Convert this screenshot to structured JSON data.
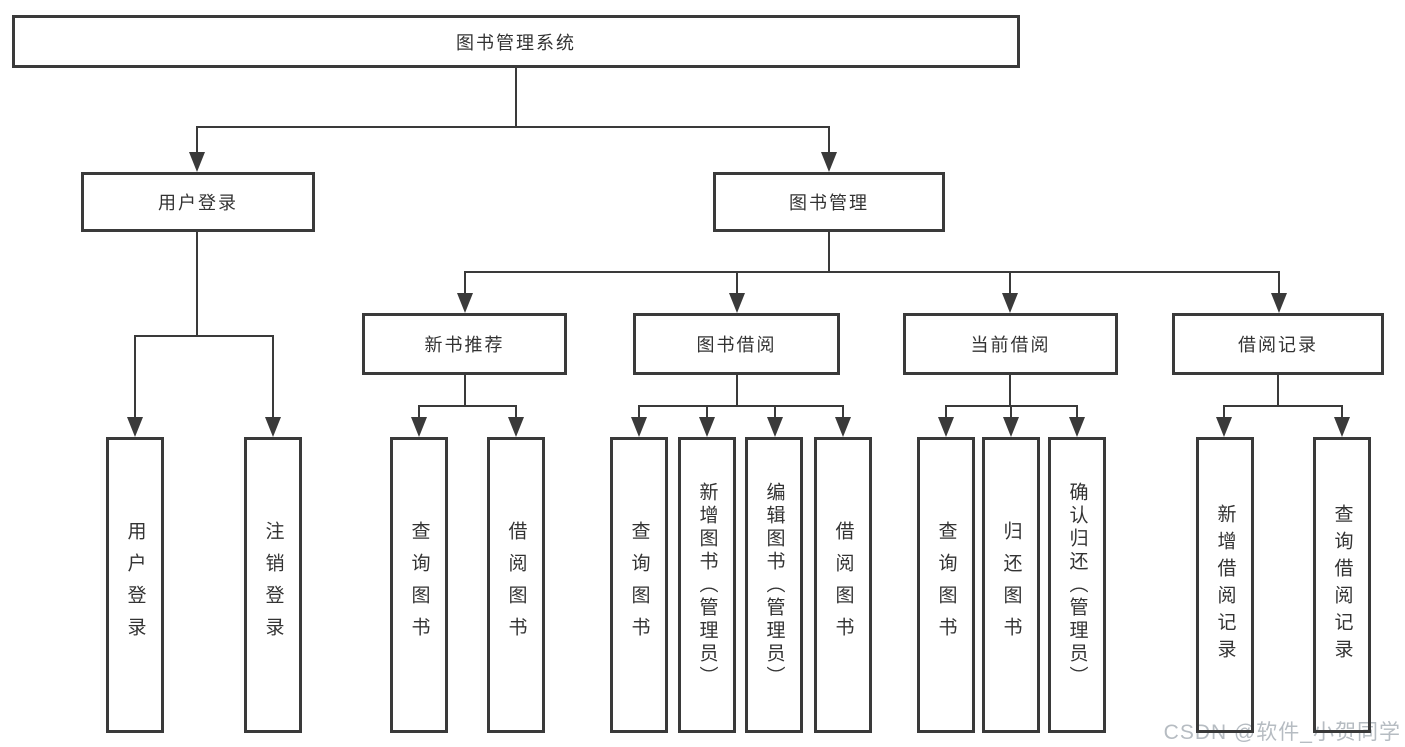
{
  "diagram_type": "hierarchy-tree",
  "root": {
    "label": "图书管理系统"
  },
  "user_branch": {
    "label": "用户登录",
    "leaves": [
      {
        "label": "用户登录"
      },
      {
        "label": "注销登录"
      }
    ]
  },
  "book_branch": {
    "label": "图书管理",
    "sections": [
      {
        "label": "新书推荐",
        "leaves": [
          {
            "label": "查询图书"
          },
          {
            "label": "借阅图书"
          }
        ]
      },
      {
        "label": "图书借阅",
        "leaves": [
          {
            "label": "查询图书"
          },
          {
            "label": "新增图书（管理员）"
          },
          {
            "label": "编辑图书（管理员）"
          },
          {
            "label": "借阅图书"
          }
        ]
      },
      {
        "label": "当前借阅",
        "leaves": [
          {
            "label": "查询图书"
          },
          {
            "label": "归还图书"
          },
          {
            "label": "确认归还（管理员）"
          }
        ]
      },
      {
        "label": "借阅记录",
        "leaves": [
          {
            "label": "新增借阅记录"
          },
          {
            "label": "查询借阅记录"
          }
        ]
      }
    ]
  },
  "watermark": {
    "text": "CSDN @软件_小贺同学"
  },
  "colors": {
    "line": "#3a3a3a",
    "text": "#333333",
    "background": "#ffffff",
    "watermark": "#b6bcc2"
  }
}
